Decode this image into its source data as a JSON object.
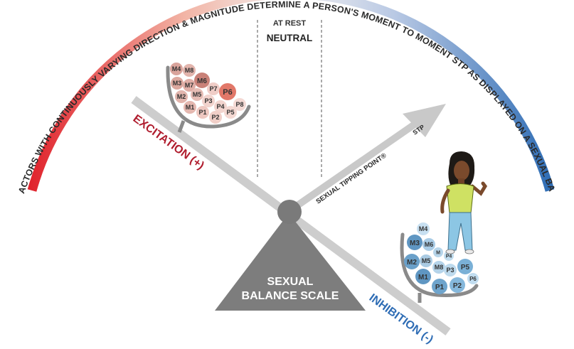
{
  "arc_text": "BILLIONS OF FACTORS WITH CONTINUOUSLY VARYING DIRECTION & MAGNITUDE DETERMINE A PERSON'S MOMENT TO MOMENT STP AS DISPLAYED ON A SEXUAL BALANCE SCALE",
  "at_rest": "AT REST",
  "neutral": "NEUTRAL",
  "excitation": "EXCITATION (+)",
  "inhibition": "INHIBITION (-)",
  "tipping_point": "SEXUAL TIPPING POINT®",
  "stp": "STP",
  "scale_line1": "SEXUAL",
  "scale_line2": "BALANCE SCALE",
  "colors": {
    "excitation_red": "#e0212b",
    "inhibition_blue": "#2f6db5",
    "beam_gray": "#cfcfcf",
    "base_gray": "#8a8a8a"
  },
  "excitation_factors": [
    "M4",
    "M8",
    "M6",
    "P7",
    "M3",
    "M7",
    "P6",
    "M2",
    "M5",
    "P3",
    "P8",
    "M1",
    "P1",
    "P4",
    "P5",
    "P2"
  ],
  "inhibition_factors": [
    "M4",
    "M3",
    "M6",
    "M",
    "P4",
    "M2",
    "M5",
    "M8",
    "P3",
    "P5",
    "M1",
    "P6",
    "P1",
    "P2"
  ]
}
